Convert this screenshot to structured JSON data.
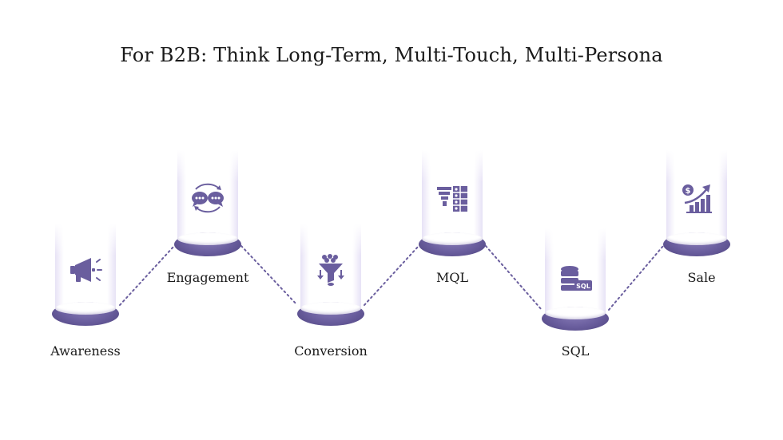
{
  "title": "For B2B: Think Long-Term, Multi-Touch, Multi-Persona",
  "accent_color": "#6a5e9e",
  "stages": [
    {
      "label": "Awareness",
      "icon": "megaphone-icon"
    },
    {
      "label": "Engagement",
      "icon": "chat-bubbles-icon"
    },
    {
      "label": "Conversion",
      "icon": "funnel-icon"
    },
    {
      "label": "MQL",
      "icon": "filter-table-icon"
    },
    {
      "label": "SQL",
      "icon": "database-sql-icon"
    },
    {
      "label": "Sale",
      "icon": "growth-chart-icon"
    }
  ],
  "sql_badge": "SQL"
}
